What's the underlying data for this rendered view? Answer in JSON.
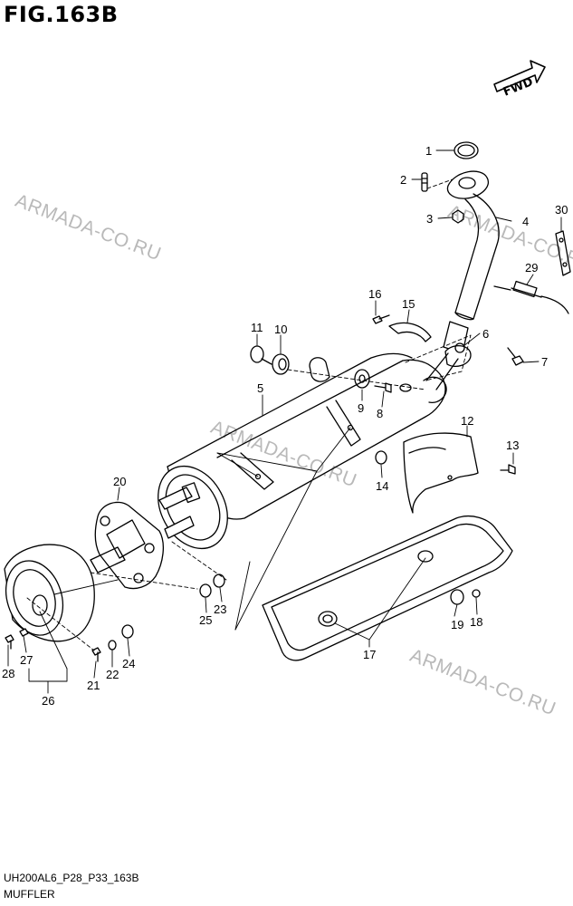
{
  "figure": {
    "title": "FIG.163B",
    "direction_label": "FWD",
    "footer_code": "UH200AL6_P28_P33_163B",
    "footer_name": "MUFFLER"
  },
  "watermark": {
    "text": "ARMADA-CO.RU",
    "color": "#b9b9b9"
  },
  "callouts": [
    "1",
    "2",
    "3",
    "4",
    "5",
    "6",
    "7",
    "8",
    "9",
    "10",
    "11",
    "12",
    "13",
    "14",
    "15",
    "16",
    "17",
    "18",
    "19",
    "20",
    "21",
    "22",
    "23",
    "24",
    "25",
    "26",
    "27",
    "28",
    "29",
    "30"
  ]
}
